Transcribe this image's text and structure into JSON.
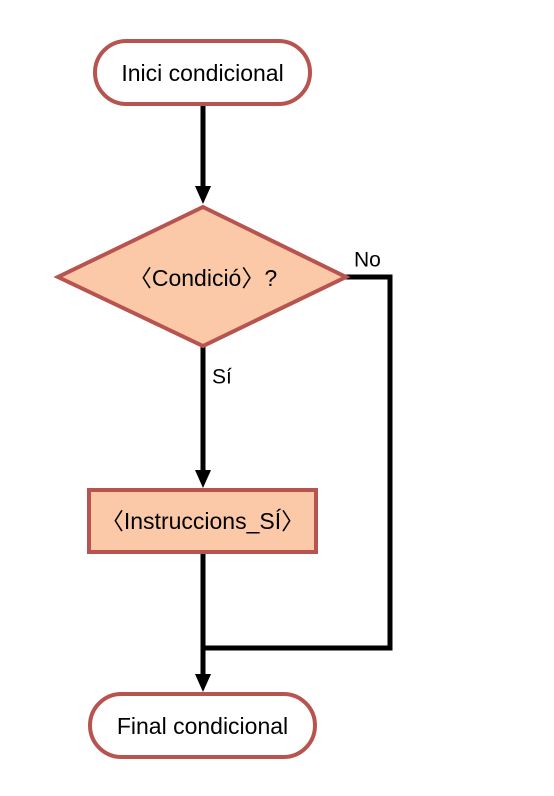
{
  "diagram": {
    "type": "flowchart",
    "colors": {
      "terminal_fill": "#ffffff",
      "node_stroke": "#b85450",
      "process_fill": "#fbc9a7",
      "edge": "#000000"
    },
    "nodes": {
      "start": {
        "shape": "terminal",
        "label": "Inici condicional"
      },
      "condition": {
        "shape": "decision",
        "label": "〈Condició〉?"
      },
      "process": {
        "shape": "process",
        "label": "〈Instruccions_SÍ〉"
      },
      "end": {
        "shape": "terminal",
        "label": "Final condicional"
      }
    },
    "edges": [
      {
        "from": "start",
        "to": "condition",
        "label": ""
      },
      {
        "from": "condition",
        "to": "process",
        "label": "Sí"
      },
      {
        "from": "condition",
        "to": "end",
        "label": "No"
      },
      {
        "from": "process",
        "to": "end",
        "label": ""
      }
    ]
  }
}
